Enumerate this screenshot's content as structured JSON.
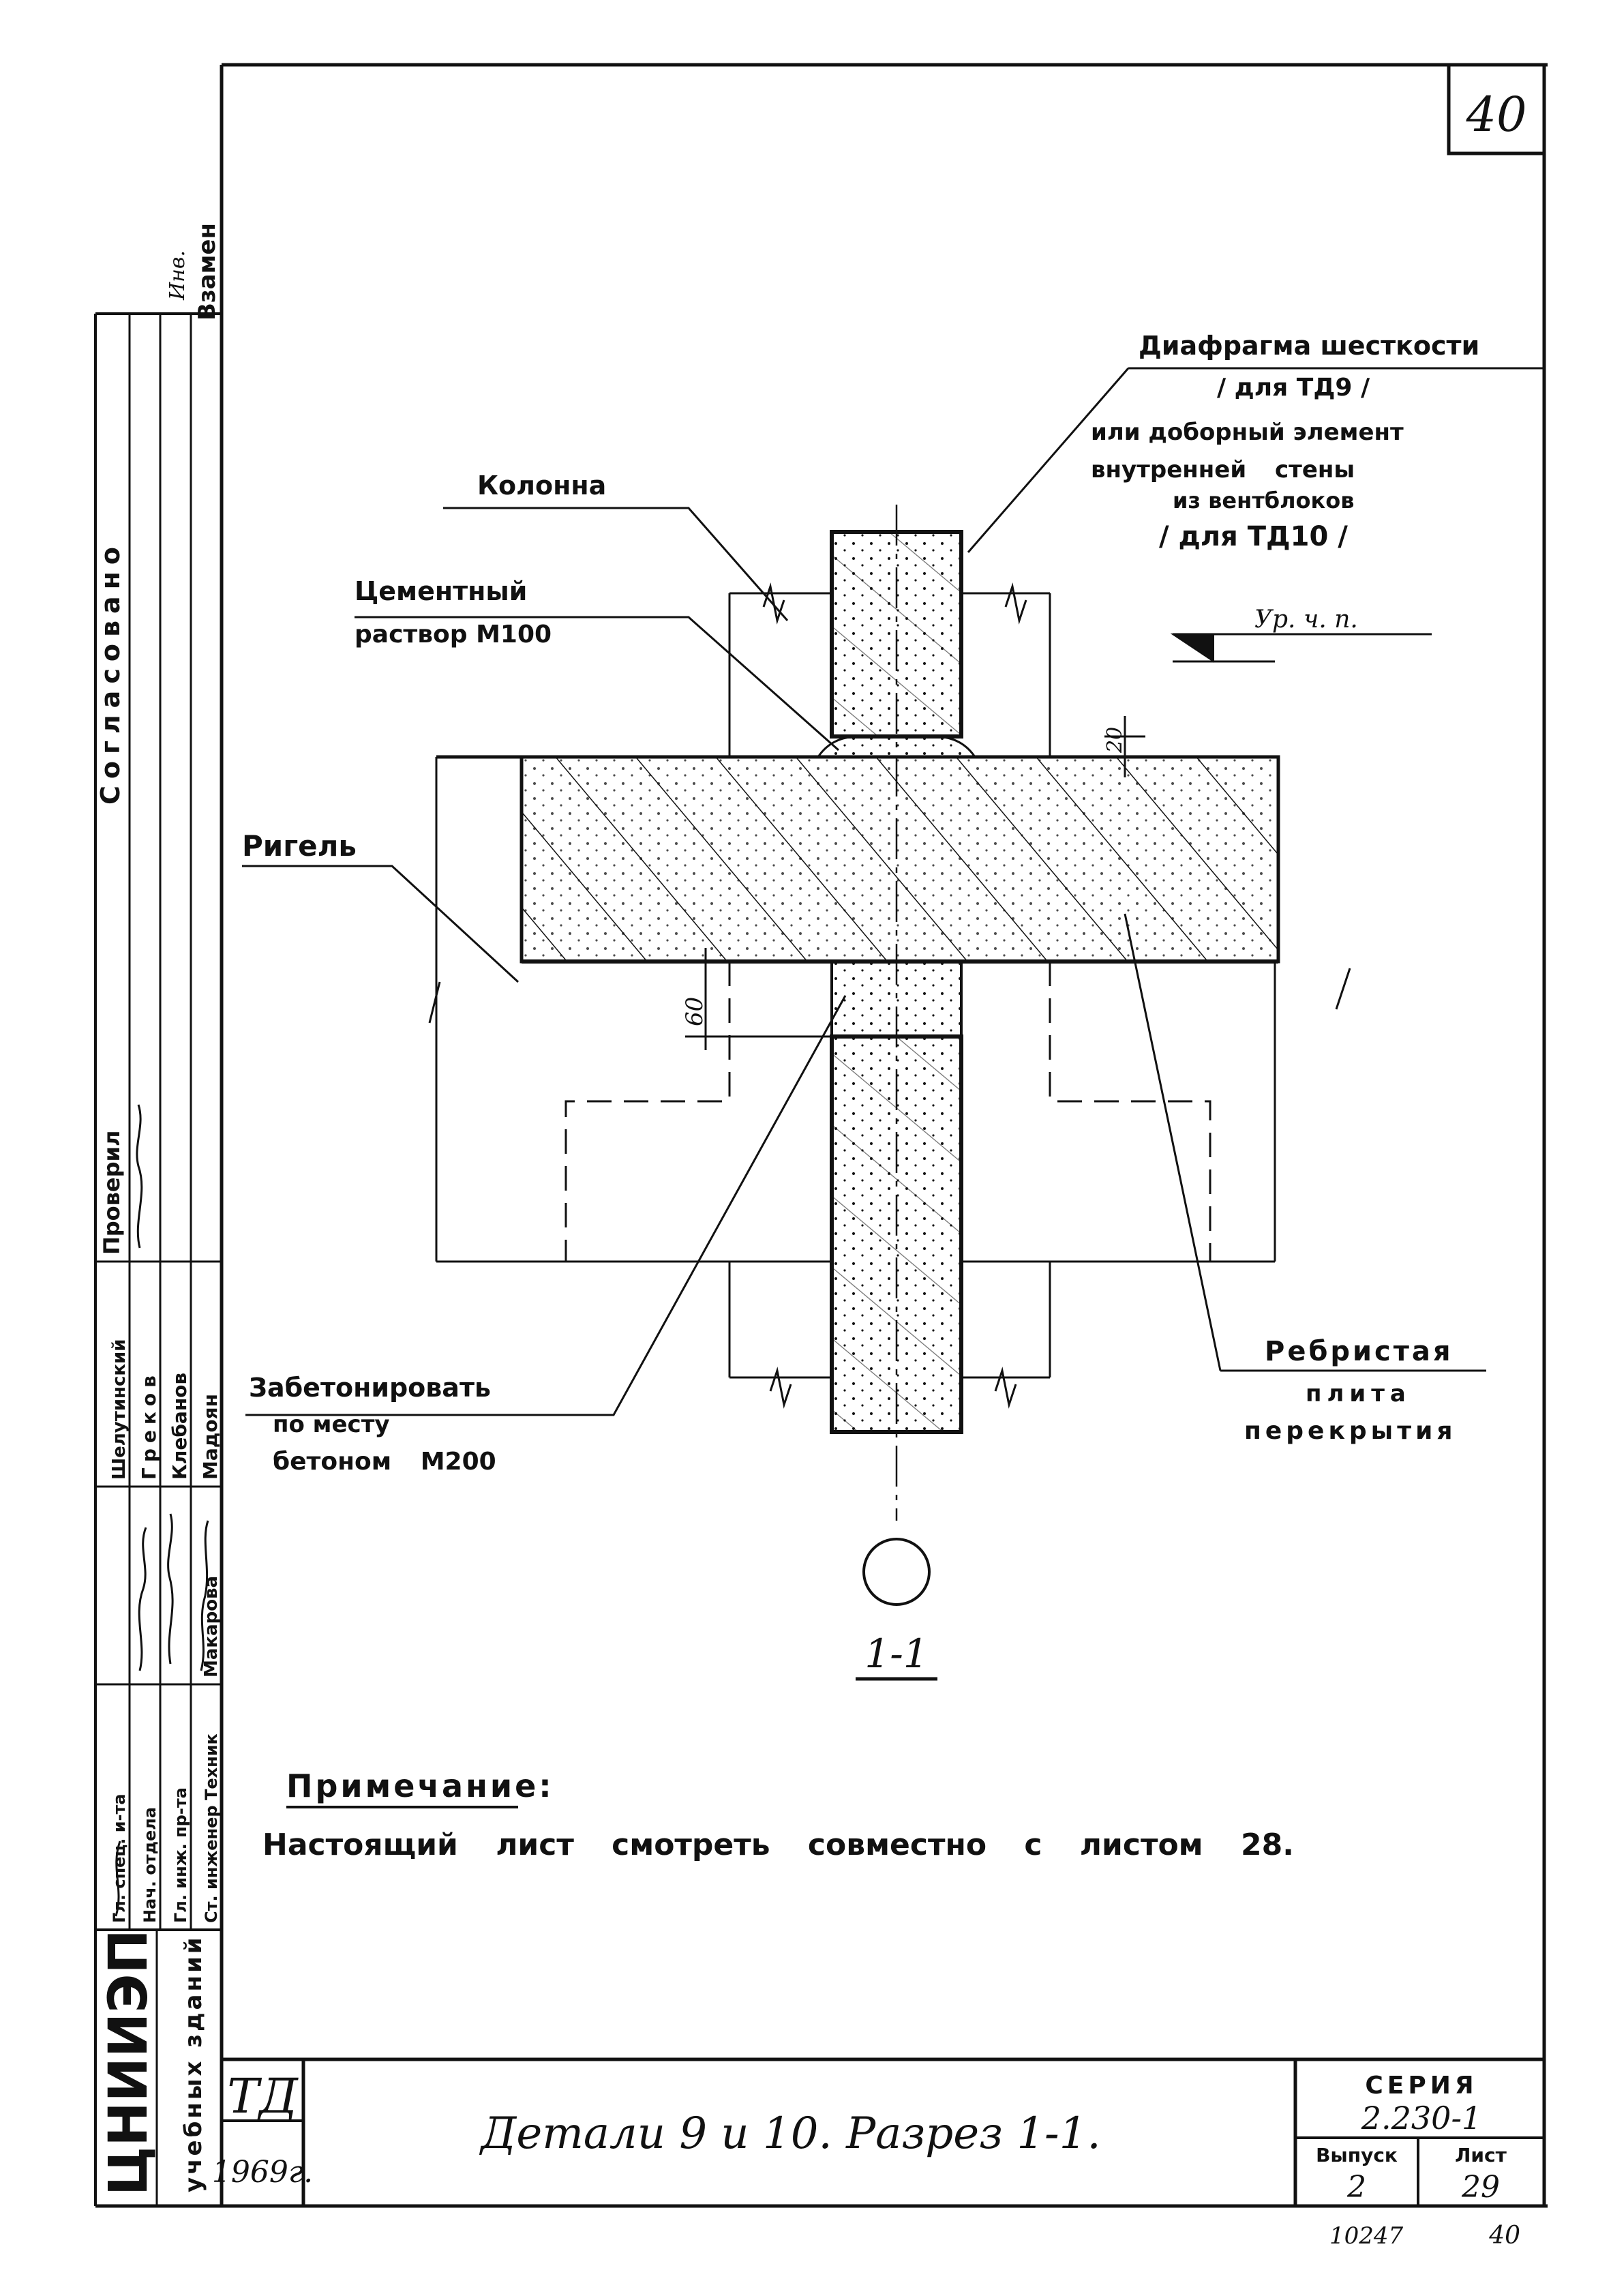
{
  "sheet": {
    "corner_number": "40",
    "footer_number_left": "10247",
    "footer_number_right": "40"
  },
  "callouts": {
    "diaphragm_line1": "Диафрагма шесткости",
    "diaphragm_line2": "/ для ТД9 /",
    "diaphragm_line3": "или доборный элемент",
    "diaphragm_line4": "внутренней стены",
    "diaphragm_line5": "из вентблоков",
    "diaphragm_line6": "/ для ТД10 /",
    "column": "Колонна",
    "mortar_line1": "Цементный",
    "mortar_line2": "раствор М100",
    "level": "Ур. ч. п.",
    "girder": "Ригель",
    "dim_top": "20",
    "dim_bottom": "60",
    "concrete_line1": "Забетонировать",
    "concrete_line2": "по месту",
    "concrete_line3": "бетоном М200",
    "slab_line1": "Ребристая",
    "slab_line2": "плита",
    "slab_line3": "перекрытия",
    "section_mark": "1-1"
  },
  "note": {
    "heading": "Примечание:",
    "text": "Настоящий лист смотреть совместно с листом 28."
  },
  "title_block": {
    "code": "ТД",
    "year": "1969г.",
    "title": "Детали 9 и 10.   Разрез 1-1.",
    "series_label": "СЕРИЯ",
    "series_value": "2.230-1",
    "issue_label": "Выпуск",
    "issue_value": "2",
    "sheet_label": "Лист",
    "sheet_value": "29"
  },
  "side_stamp": {
    "org_line1": "ЦНИИЭП",
    "org_line2": "учебных зданий",
    "roles": [
      "Гл. спец. и-та",
      "Нач. отдела",
      "Гл. инж. пр-та",
      "Ст. инженер",
      "Техник"
    ],
    "names": [
      "Шелутинский",
      "Греков",
      "Клебанов",
      "Мадоян",
      "Макарова"
    ],
    "approval_labels": [
      "Проверил",
      "Согласовано",
      "Взамен",
      "Инв."
    ]
  },
  "colors": {
    "ink": "#111111",
    "paper": "#ffffff"
  }
}
